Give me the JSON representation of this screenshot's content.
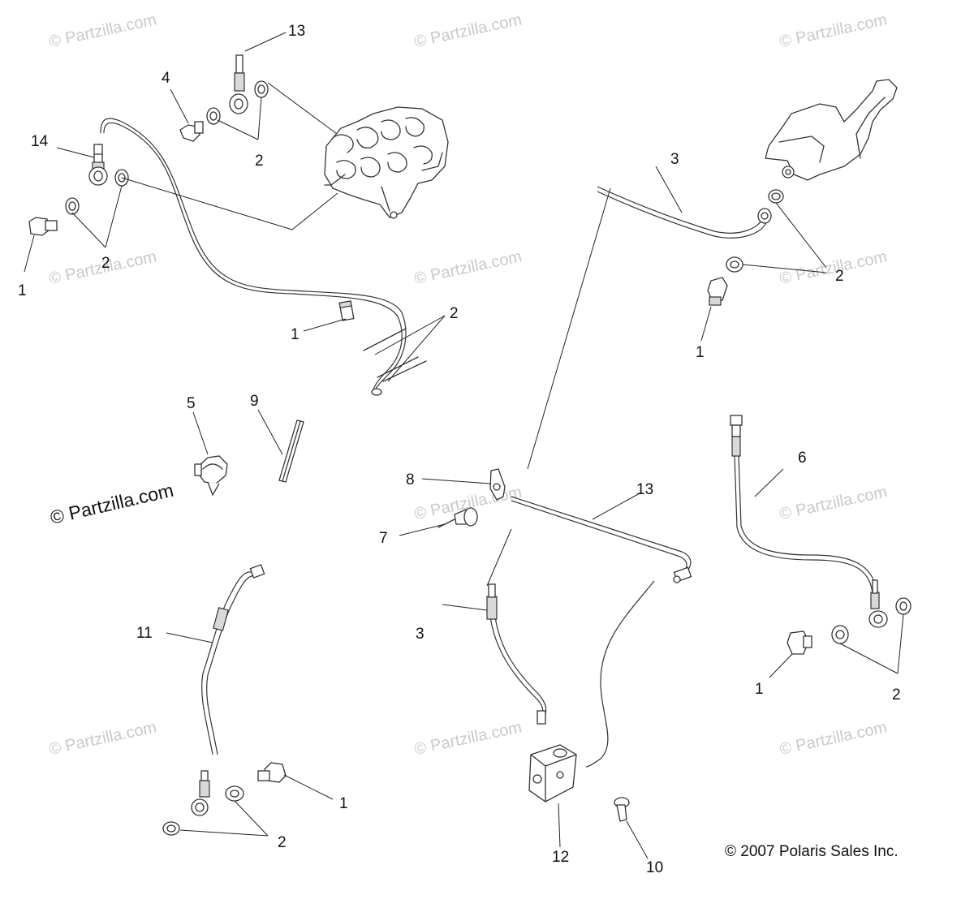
{
  "watermark": "© Partzilla.com",
  "watermark_main": "© Partzilla.com",
  "copyright": "© 2007 Polaris Sales Inc.",
  "callouts": {
    "c13_top": "13",
    "c4": "4",
    "c2_a": "2",
    "c14": "14",
    "c2_b": "2",
    "c1_a": "1",
    "c1_b": "1",
    "c2_c": "2",
    "c3_top": "3",
    "c2_d": "2",
    "c1_c": "1",
    "c5": "5",
    "c9": "9",
    "c8": "8",
    "c13_mid": "13",
    "c7": "7",
    "c6": "6",
    "c11": "11",
    "c3_low": "3",
    "c1_d": "1",
    "c2_e": "2",
    "c1_e": "1",
    "c2_f": "2",
    "c12": "12",
    "c10": "10"
  }
}
